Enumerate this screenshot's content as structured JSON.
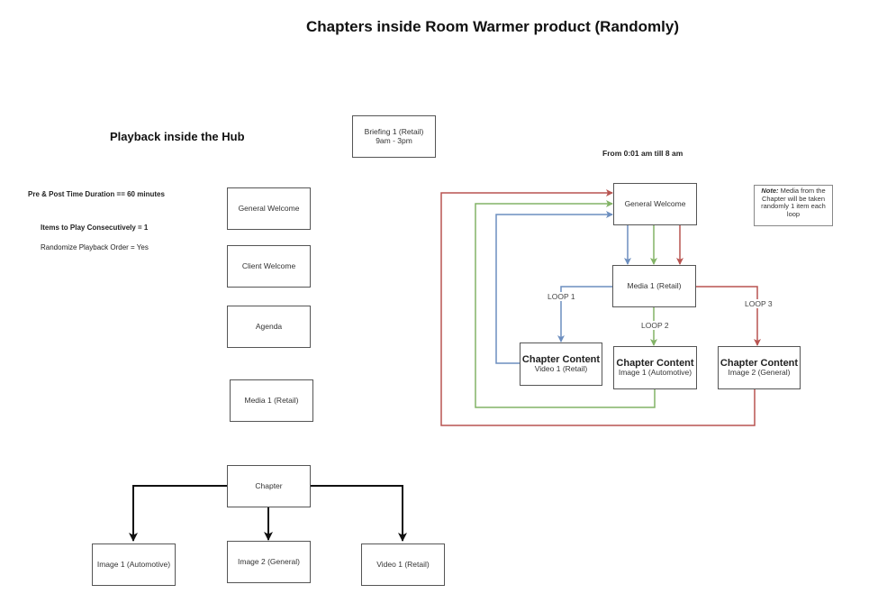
{
  "title": "Chapters inside Room Warmer product (Randomly)",
  "left_panel": {
    "heading": "Playback inside the Hub",
    "settings": [
      "Pre & Post Time Duration == 60 minutes",
      "Items to Play Consecutively = 1",
      "Randomize Playback Order = Yes"
    ],
    "sequence": [
      "General Welcome",
      "Client Welcome",
      "Agenda",
      "Media 1 (Retail)"
    ]
  },
  "briefing": {
    "line1": "Briefing 1 (Retail)",
    "line2": "9am - 3pm"
  },
  "chapter_tree": {
    "root": "Chapter",
    "children": [
      "Image 1 (Automotive)",
      "Image 2 (General)",
      "Video 1 (Retail)"
    ]
  },
  "loop_diagram": {
    "time_range": "From 0:01 am till 8 am",
    "start_node": "General Welcome",
    "media_node": "Media 1 (Retail)",
    "note": {
      "emphasis": "Note:",
      "text": "Media from the Chapter will be taken randomly 1 item each loop"
    },
    "loops": [
      {
        "label": "LOOP 1",
        "color": "#6c8ebf",
        "content_title": "Chapter Content",
        "content_item": "Video 1 (Retail)"
      },
      {
        "label": "LOOP 2",
        "color": "#82b366",
        "content_title": "Chapter Content",
        "content_item": "Image 1 (Automotive)"
      },
      {
        "label": "LOOP 3",
        "color": "#b85450",
        "content_title": "Chapter Content",
        "content_item": "Image 2 (General)"
      }
    ]
  },
  "colors": {
    "loop1": "#6c8ebf",
    "loop2": "#82b366",
    "loop3": "#b85450",
    "tree_arrow": "#111111",
    "box_border": "#555555"
  }
}
